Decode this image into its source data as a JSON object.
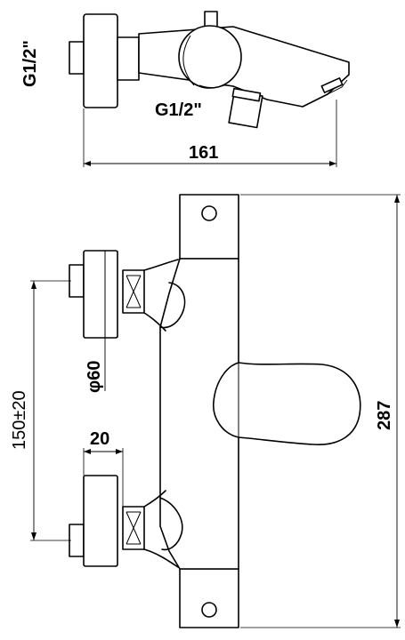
{
  "dimensions": {
    "top_thread": "G1/2\"",
    "outlet_thread": "G1/2\"",
    "depth": "161",
    "height": "287",
    "inlet_spacing": "150±20",
    "inlet_diameter": "φ60",
    "inlet_width": "20"
  }
}
